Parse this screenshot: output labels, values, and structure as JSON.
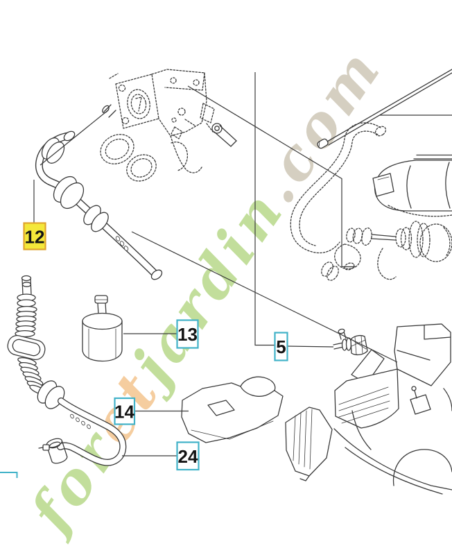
{
  "diagram": {
    "type": "exploded-parts-diagram",
    "subject": "chainsaw fuel system (carburetor, fuel hoses, fuel filter, primer bulb, tank assembly)"
  },
  "watermark": {
    "full_text": "foretjardin.com",
    "segments": [
      {
        "text": "for",
        "color": "#b5d786"
      },
      {
        "text": "et",
        "color": "#f4c38b"
      },
      {
        "text": "jardin",
        "color": "#b5d786"
      },
      {
        "text": ".com",
        "color": "#cdc5b4"
      }
    ]
  },
  "colors": {
    "line": "#3a3a3a",
    "label_border_cyan": "#41b2c8",
    "label_fill_white": "#ffffff",
    "highlight_fill_yellow": "#f4e83a",
    "highlight_border": "#e0a42c",
    "label_text": "#141414"
  },
  "labels": [
    {
      "id": "part-12",
      "text": "12",
      "highlighted": true
    },
    {
      "id": "part-13",
      "text": "13",
      "highlighted": false
    },
    {
      "id": "part-5",
      "text": "5",
      "highlighted": false
    },
    {
      "id": "part-14",
      "text": "14",
      "highlighted": false
    },
    {
      "id": "part-24",
      "text": "24",
      "highlighted": false
    }
  ],
  "parts_shown": [
    "carburetor",
    "fuel-hose-12",
    "fuel-filter-13",
    "flexible-ribbed-fuel-hose",
    "elbow-hose-24",
    "purge-fuel-line-5",
    "primer-bulb",
    "check-valve",
    "choke-rod",
    "starter-cover",
    "guard-plates-14",
    "fuel-tank-assembly"
  ]
}
